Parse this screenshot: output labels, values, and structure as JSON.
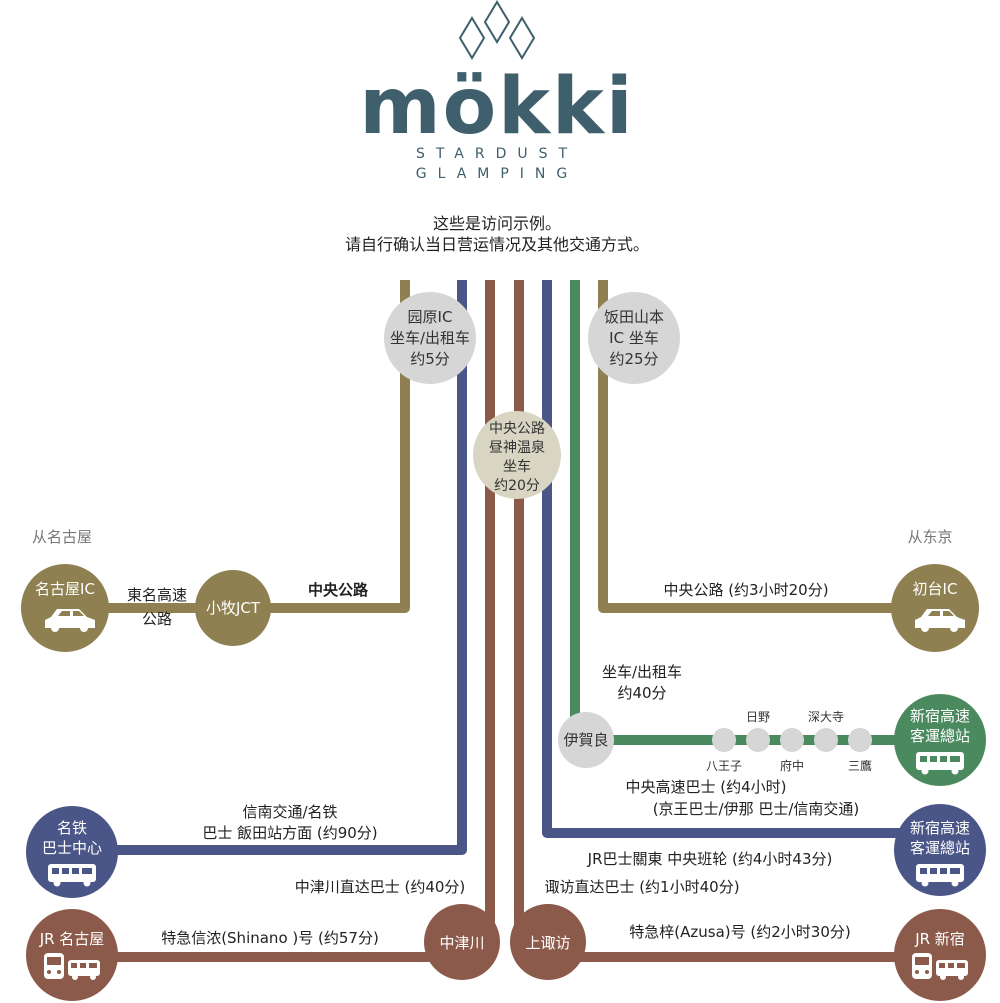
{
  "brand": {
    "name": "mökki",
    "tagline_1": "STARDUST",
    "tagline_2": "GLAMPING",
    "colors": {
      "logo": "#3e5f6b"
    }
  },
  "notice": {
    "line1": "这些是访问示例。",
    "line2": "请自行确认当日营运情况及其他交通方式。"
  },
  "origins": {
    "nagoya": "从名古屋",
    "tokyo": "从东京"
  },
  "colors": {
    "olive": "#8e8050",
    "navy": "#4b5688",
    "brown": "#8c5a4a",
    "green": "#4a8a5e",
    "gray": "#d6d6d6",
    "cream": "#d9d5c3"
  },
  "nodes": {
    "nagoya_ic": "名古屋IC",
    "komaki_jct": "小牧JCT",
    "hatsudai_ic": "初台IC",
    "meitetsu": [
      "名铁",
      "巴士中心"
    ],
    "shinjuku_1": [
      "新宿高速",
      "客運總站"
    ],
    "shinjuku_2": [
      "新宿高速",
      "客運總站"
    ],
    "jr_nagoya": "JR 名古屋",
    "jr_shinjuku": "JR 新宿",
    "nakatsugawa": "中津川",
    "kamisuwa": "上诹访",
    "igara": "伊賀良",
    "sonohara": [
      "园原IC",
      "坐车/出租车",
      "约5分"
    ],
    "iidayamamoto": [
      "饭田山本",
      "IC 坐车",
      "约25分"
    ],
    "chuo_hirugami": [
      "中央公路",
      "昼神温泉",
      "坐车",
      "约20分"
    ]
  },
  "stops": {
    "hino": "日野",
    "jindaiji": "深大寺",
    "hachioji": "八王子",
    "fuchu": "府中",
    "mitaka": "三鷹"
  },
  "routes": {
    "tomei": [
      "東名高速",
      "公路"
    ],
    "chuo_nagoya": "中央公路",
    "chuo_tokyo": "中央公路 (约3小时20分)",
    "taxi_igara": [
      "坐车/出租车",
      "约40分"
    ],
    "bus_tokyo_1": "中央高速巴士 (约4小时)",
    "bus_tokyo_2": "(京王巴士/伊那 巴士/信南交通)",
    "bus_meitetsu": [
      "信南交通/名铁",
      "巴士 飯田站方面 (约90分)"
    ],
    "jr_bus_kanto": "JR巴士關東 中央班轮 (约4小时43分)",
    "nakatsugawa_bus": "中津川直达巴士 (约40分)",
    "suwa_bus": "诹访直达巴士 (约1小时40分)",
    "shinano": "特急信浓(Shinano )号 (约57分)",
    "azusa": "特急梓(Azusa)号 (约2小时30分)"
  }
}
